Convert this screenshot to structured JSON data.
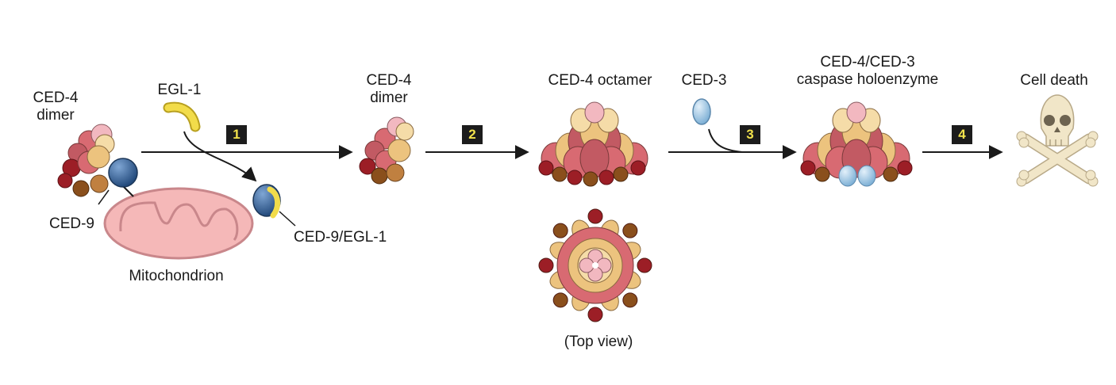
{
  "labels": {
    "ced4_dimer_left": [
      "CED-4",
      "dimer"
    ],
    "egl1": "EGL-1",
    "ced9": "CED-9",
    "mitochondrion": "Mitochondrion",
    "ced9_egl1": "CED-9/EGL-1",
    "ced4_dimer_mid": [
      "CED-4",
      "dimer"
    ],
    "ced4_octamer": "CED-4 octamer",
    "top_view": "(Top view)",
    "ced3": "CED-3",
    "holoenzyme": [
      "CED-4/CED-3",
      "caspase holoenzyme"
    ],
    "cell_death": "Cell death"
  },
  "steps": [
    "1",
    "2",
    "3",
    "4"
  ],
  "colors": {
    "ced4_pink_light": "#f2b8c0",
    "ced4_rose": "#d86a72",
    "ced4_dark_red": "#9c1e26",
    "ced4_tan": "#ecc37e",
    "ced4_brown": "#8a4f1c",
    "ced9_blue": "#2f5d95",
    "egl1_yellow": "#f2dc4a",
    "ced3_light_blue": "#a9cde6",
    "mitochondrion_fill": "#f5b8b8",
    "mitochondrion_edge": "#c9878b",
    "skull_bone": "#f1e6c8",
    "step_badge": "#1c1c1c",
    "step_text": "#f2e24c"
  }
}
